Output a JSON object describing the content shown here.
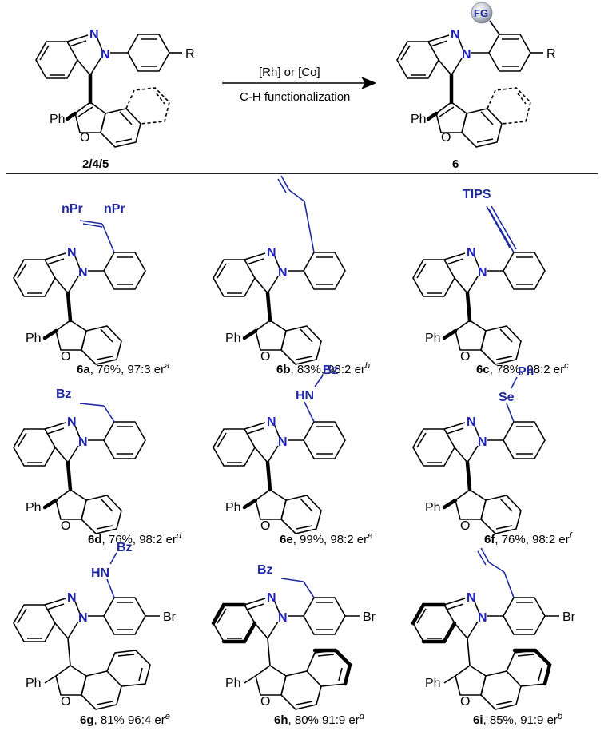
{
  "scheme": {
    "reactant_label": "2/4/5",
    "product_label": "6",
    "conditions_top": "[Rh] or [Co]",
    "conditions_bottom": "C-H functionalization",
    "fg_label": "FG",
    "r_label": "R",
    "ph_label": "Ph",
    "n_label": "N",
    "o_label": "O"
  },
  "compounds": [
    {
      "id": "6a",
      "rest": ", 76%, 97:3 er",
      "sup": "a",
      "fg_top": "nPr",
      "fg_top2": "nPr"
    },
    {
      "id": "6b",
      "rest": ", 83%, 98:2 er",
      "sup": "b"
    },
    {
      "id": "6c",
      "rest": ", 78%, 98:2 er",
      "sup": "c",
      "fg_top": "TIPS"
    },
    {
      "id": "6d",
      "rest": ", 76%, 98:2 er",
      "sup": "d",
      "fg_top": "Bz"
    },
    {
      "id": "6e",
      "rest": ", 99%, 98:2 er",
      "sup": "e",
      "fg_top": "Bz",
      "fg_mid": "HN"
    },
    {
      "id": "6f",
      "rest": ", 76%, 98:2 er",
      "sup": "f",
      "fg_top": "Ph",
      "fg_mid": "Se"
    },
    {
      "id": "6g",
      "rest": ", 81% 96:4 er",
      "sup": "e",
      "fg_top": "Bz",
      "fg_mid": "HN",
      "br": "Br"
    },
    {
      "id": "6h",
      "rest": ", 80% 91:9 er",
      "sup": "d",
      "fg_top": "Bz",
      "br": "Br"
    },
    {
      "id": "6i",
      "rest": ", 85%, 91:9 er",
      "sup": "b",
      "br": "Br"
    }
  ]
}
